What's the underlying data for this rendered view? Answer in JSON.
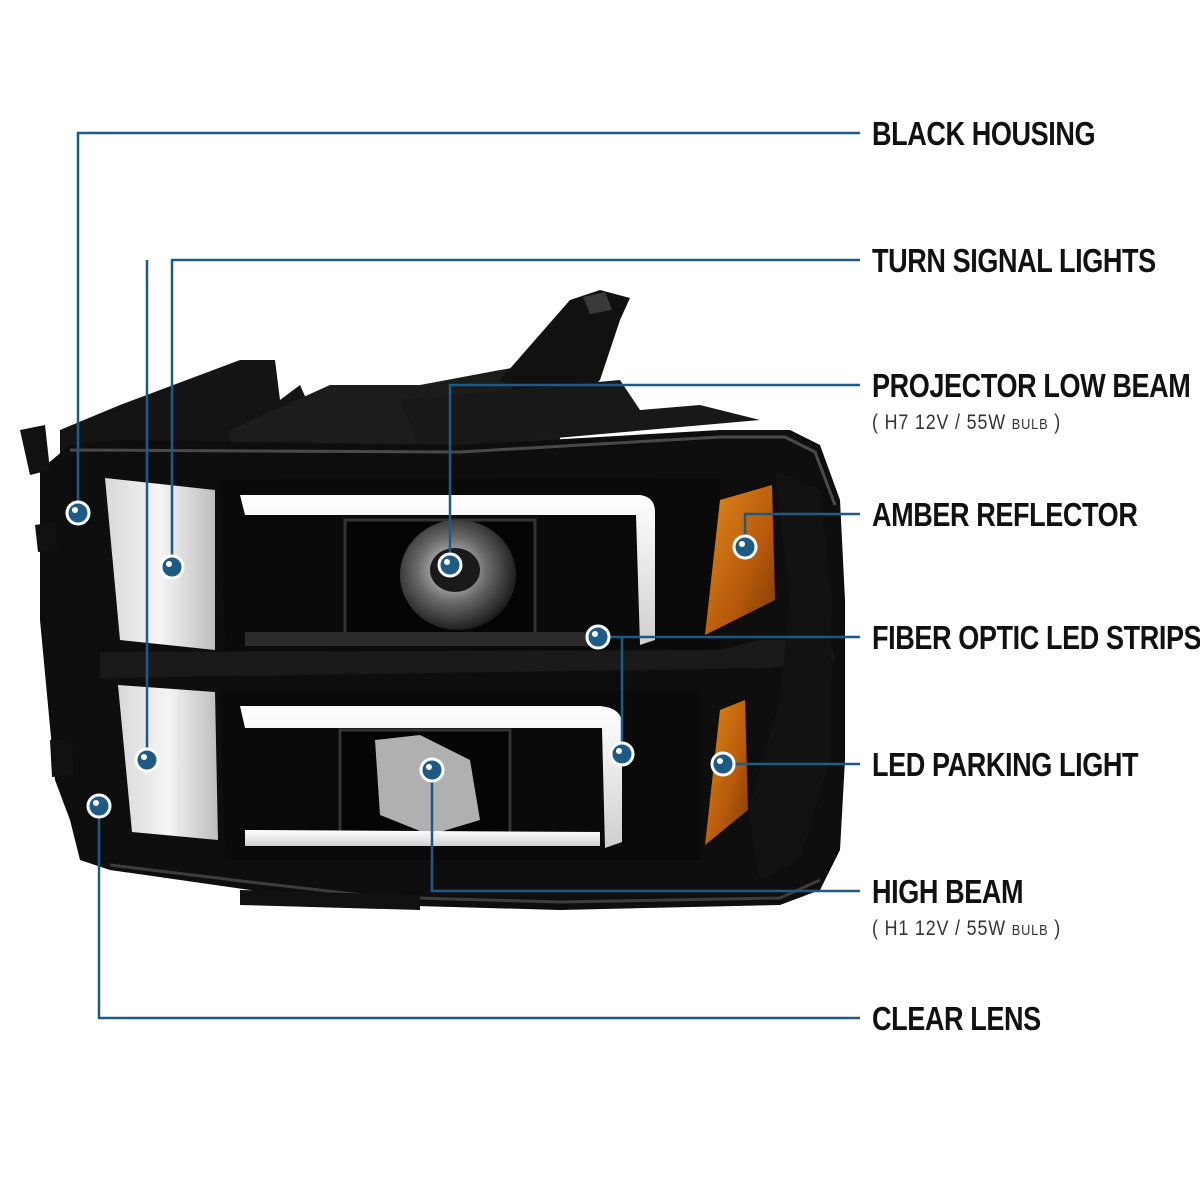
{
  "accent_color": "#1d5a86",
  "callouts": [
    {
      "label": "BLACK HOUSING"
    },
    {
      "label": "TURN SIGNAL LIGHTS"
    },
    {
      "label": "PROJECTOR LOW BEAM",
      "detail_prefix": "( H7  12V / 55W",
      "detail_unit": "BULB",
      "detail_suffix": ")"
    },
    {
      "label": "AMBER REFLECTOR"
    },
    {
      "label": "FIBER OPTIC LED STRIPS"
    },
    {
      "label": "LED PARKING LIGHT"
    },
    {
      "label": "HIGH BEAM",
      "detail_prefix": "( H1  12V / 55W",
      "detail_unit": "BULB",
      "detail_suffix": ")"
    },
    {
      "label": "CLEAR LENS"
    }
  ]
}
